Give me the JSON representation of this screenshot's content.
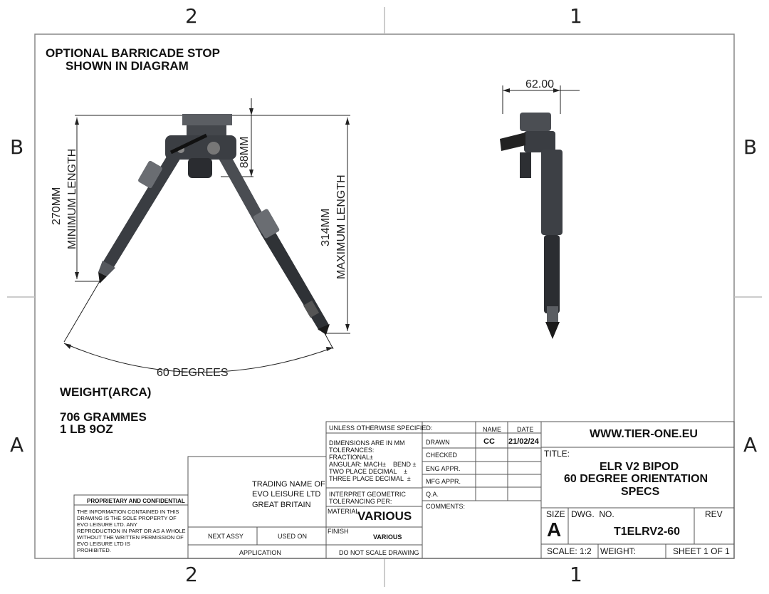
{
  "zones": {
    "top_left": "2",
    "top_right": "1",
    "bottom_left": "2",
    "bottom_right": "1",
    "left_top": "B",
    "left_bottom": "A",
    "right_top": "B",
    "right_bottom": "A"
  },
  "notes": {
    "barricade_line1": "OPTIONAL BARRICADE STOP",
    "barricade_line2": "SHOWN IN DIAGRAM",
    "weight_title": "WEIGHT(ARCA)",
    "weight_grams": "706 GRAMMES",
    "weight_lb": "1 LB 9OZ"
  },
  "dimensions": {
    "min_len": "270MM",
    "min_len_label": "MINIMUM LENGTH",
    "max_len": "314MM",
    "max_len_label": "MAXIMUM LENGTH",
    "head": "88MM",
    "angle": "60 DEGREES",
    "width": "62.00"
  },
  "titleblock": {
    "unless": "UNLESS OTHERWISE SPECIFIED:",
    "dims_mm": "DIMENSIONS ARE IN MM",
    "tolerances": "TOLERANCES:",
    "fractional": "FRACTIONAL±",
    "angular": "ANGULAR: MACH±    BEND ±",
    "two_place": "TWO PLACE DECIMAL    ±",
    "three_place": "THREE PLACE DECIMAL  ±",
    "interpret1": "INTERPRET GEOMETRIC",
    "interpret2": "TOLERANCING PER:",
    "material_label": "MATERIAL",
    "material": "VARIOUS",
    "finish_label": "FINISH",
    "finish": "VARIOUS",
    "do_not_scale": "DO NOT SCALE DRAWING",
    "name_col": "NAME",
    "date_col": "DATE",
    "drawn": "DRAWN",
    "drawn_name": "CC",
    "drawn_date": "21/02/24",
    "checked": "CHECKED",
    "eng_appr": "ENG APPR.",
    "mfg_appr": "MFG APPR.",
    "qa": "Q.A.",
    "comments": "COMMENTS:",
    "website": "WWW.TIER-ONE.EU",
    "title_label": "TITLE:",
    "title1": "ELR V2 BIPOD",
    "title2": "60 DEGREE ORIENTATION",
    "title3": "SPECS",
    "size_label": "SIZE",
    "size": "A",
    "dwg_label": "DWG.  NO.",
    "dwg_no": "T1ELRV2-60",
    "rev_label": "REV",
    "scale": "SCALE: 1:2",
    "weight": "WEIGHT:",
    "sheet": "SHEET 1 OF 1",
    "trading1": "TRADING NAME OF",
    "trading2": "EVO LEISURE LTD",
    "trading3": "GREAT BRITAIN",
    "next_assy": "NEXT ASSY",
    "used_on": "USED ON",
    "application": "APPLICATION",
    "prop_title": "PROPRIETARY AND CONFIDENTIAL",
    "prop1": "THE INFORMATION CONTAINED IN THIS",
    "prop2": "DRAWING IS THE SOLE PROPERTY OF",
    "prop3": "EVO LEISURE LTD.  ANY",
    "prop4": "REPRODUCTION IN PART OR AS A WHOLE",
    "prop5": "WITHOUT THE WRITTEN PERMISSION OF",
    "prop6": "EVO LEISURE LTD IS",
    "prop7": "PROHIBITED."
  }
}
